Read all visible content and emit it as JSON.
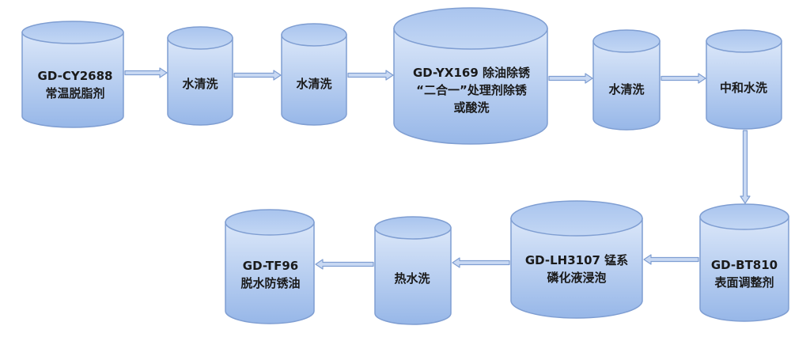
{
  "colors": {
    "cylinder_top": "#b4cdef",
    "cylinder_body_light": "#d3e2f8",
    "cylinder_body_dark": "#9cbbea",
    "outline": "#7f9ed2",
    "arrow_fill": "#c9d9f3",
    "arrow_stroke": "#7f9ed2"
  },
  "steps": [
    {
      "id": "s1",
      "lines": [
        "GD-CY2688",
        "常温脱脂剂"
      ]
    },
    {
      "id": "s2",
      "lines": [
        "水清洗"
      ]
    },
    {
      "id": "s3",
      "lines": [
        "水清洗"
      ]
    },
    {
      "id": "s4",
      "lines": [
        "GD-YX169 除油除锈",
        "“二合一”处理剂除锈",
        "或酸洗"
      ]
    },
    {
      "id": "s5",
      "lines": [
        "水清洗"
      ]
    },
    {
      "id": "s6",
      "lines": [
        "中和水洗"
      ]
    },
    {
      "id": "s7",
      "lines": [
        "GD-BT810",
        "表面调整剂"
      ]
    },
    {
      "id": "s8",
      "lines": [
        "GD-LH3107 锰系",
        "磷化液浸泡"
      ]
    },
    {
      "id": "s9",
      "lines": [
        "热水洗"
      ]
    },
    {
      "id": "s10",
      "lines": [
        "GD-TF96",
        "脱水防锈油"
      ]
    }
  ],
  "flow": [
    [
      "s1",
      "s2"
    ],
    [
      "s2",
      "s3"
    ],
    [
      "s3",
      "s4"
    ],
    [
      "s4",
      "s5"
    ],
    [
      "s5",
      "s6"
    ],
    [
      "s6",
      "s7"
    ],
    [
      "s7",
      "s8"
    ],
    [
      "s8",
      "s9"
    ],
    [
      "s9",
      "s10"
    ]
  ]
}
